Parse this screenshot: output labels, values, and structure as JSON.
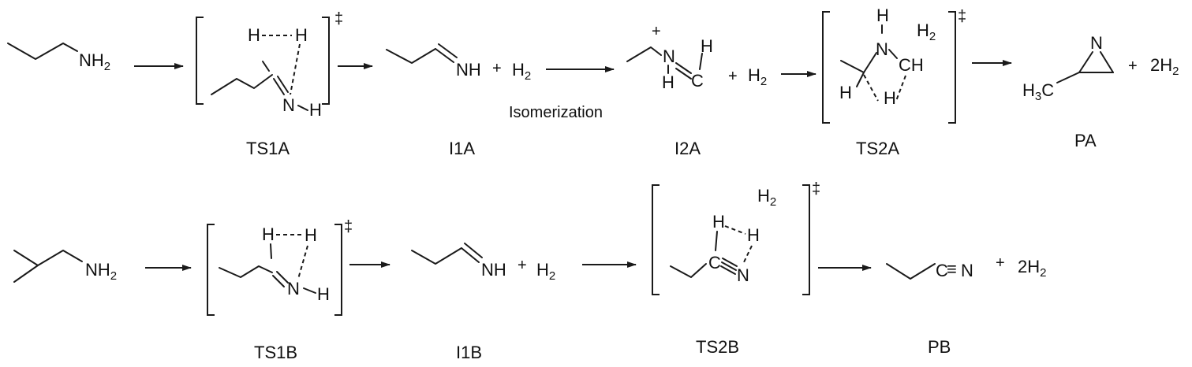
{
  "pathway_a": {
    "labels": {
      "ts1": "TS1A",
      "i1": "I1A",
      "i2": "I2A",
      "ts2": "TS2A",
      "product": "PA"
    },
    "isomerization_label": "Isomerization"
  },
  "pathway_b": {
    "labels": {
      "ts1": "TS1B",
      "i1": "I1B",
      "ts2": "TS2B",
      "product": "PB"
    }
  },
  "glyphs": {
    "nh": "NH",
    "n": "N",
    "h": "H",
    "c": "C",
    "ch": "CH",
    "h3c": "H",
    "sub2": "2",
    "sub3": "3",
    "plus": "+",
    "plus_charge": "+",
    "h2": "H",
    "two_h2": "2H",
    "dagger": "‡",
    "triple": "≡"
  }
}
